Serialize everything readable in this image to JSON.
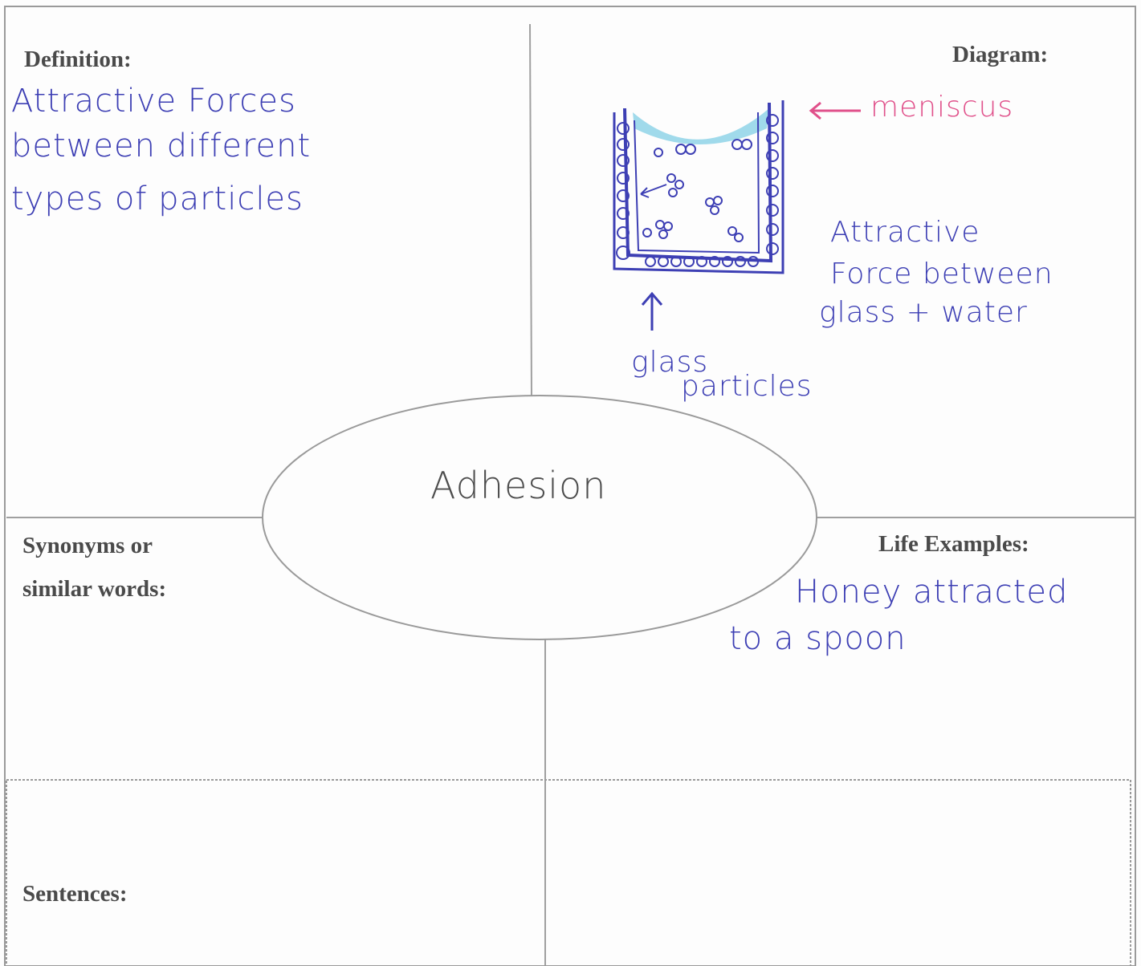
{
  "quadrants": {
    "definition": {
      "label": "Definition:",
      "lines": [
        "Attractive Forces",
        "between different",
        "types of particles"
      ]
    },
    "diagram": {
      "label": "Diagram:",
      "meniscus_label": "meniscus",
      "force_lines": [
        "Attractive",
        "Force between",
        "glass + water"
      ],
      "glass_label_1": "glass",
      "glass_label_2": "particles"
    },
    "synonyms": {
      "label_1": "Synonyms or",
      "label_2": "similar words:"
    },
    "life_examples": {
      "label": "Life Examples:",
      "lines": [
        "Honey attracted",
        "to a spoon"
      ]
    },
    "sentences": {
      "label": "Sentences:"
    }
  },
  "center_word": "Adhesion",
  "colors": {
    "ink_blue": "#3d3fb4",
    "ink_pink": "#e0508a",
    "water": "#8fd3e8",
    "border": "#8a8a8a"
  }
}
